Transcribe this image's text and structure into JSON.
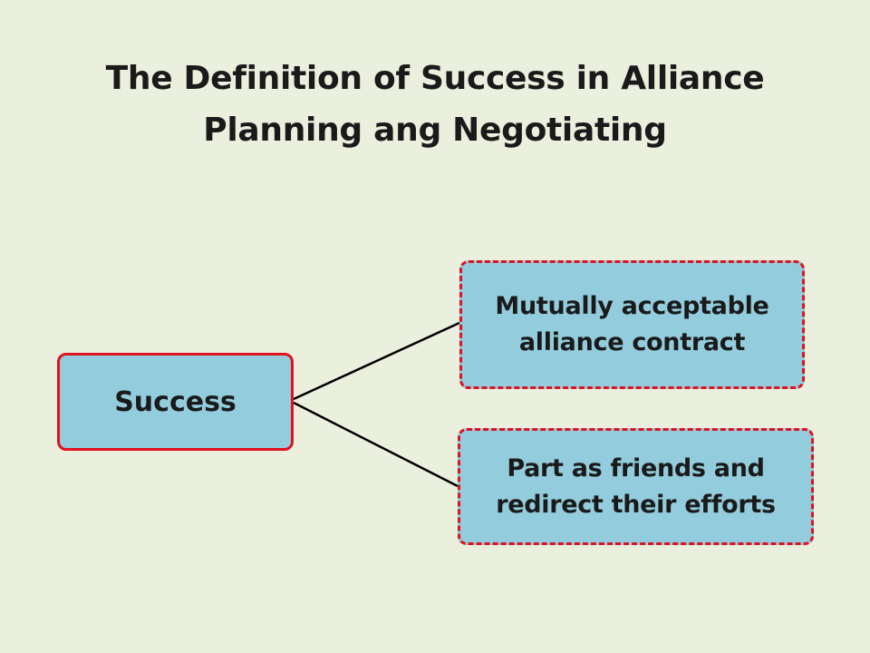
{
  "title": {
    "line1": "The Definition of Success in Alliance",
    "line2": "Planning ang Negotiating"
  },
  "diagram": {
    "root": {
      "label": "Success"
    },
    "branches": [
      {
        "line1": "Mutually acceptable",
        "line2": "alliance contract"
      },
      {
        "line1": "Part as friends and",
        "line2": "redirect their efforts"
      }
    ]
  },
  "colors": {
    "background": "#ebf0de",
    "box_fill": "#93cddd",
    "box_border": "#e0121e",
    "connector": "#000000",
    "text": "#1a1a1a"
  }
}
